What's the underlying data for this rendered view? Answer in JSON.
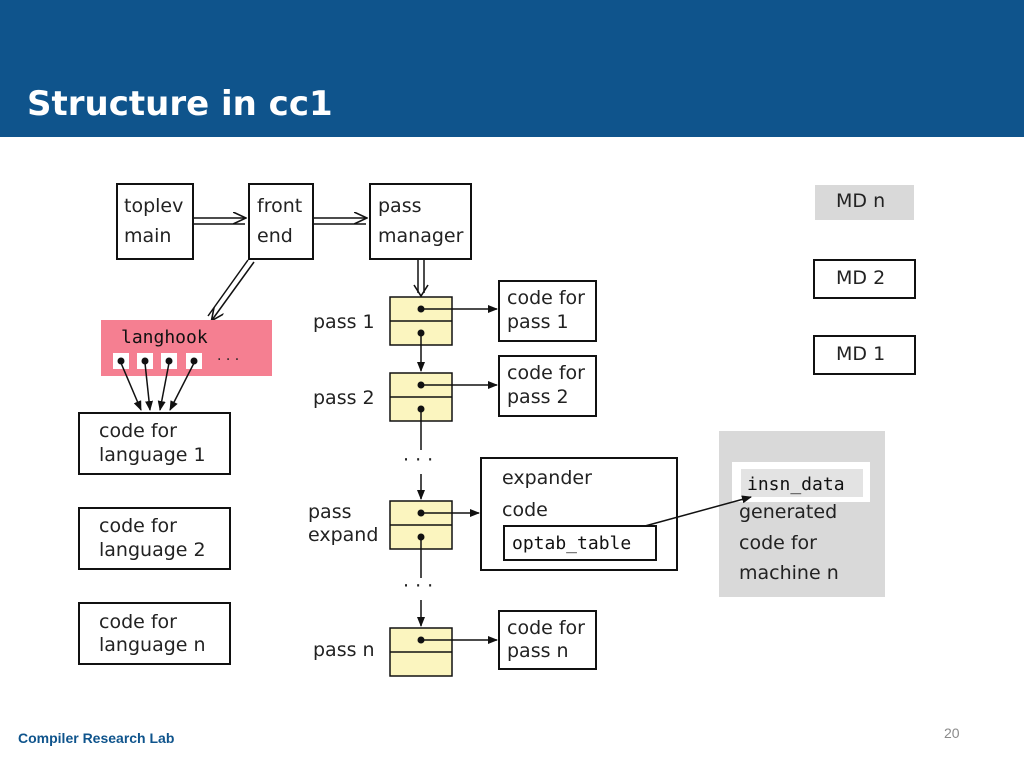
{
  "slide": {
    "title": "Structure in cc1",
    "footer": "Compiler Research Lab",
    "page_number": "20"
  },
  "colors": {
    "header": "#0f548c",
    "langhook_fill": "#f57f91",
    "pass_cell_fill": "#fbf5bf",
    "md_gray": "#d9d9d9"
  },
  "diagram": {
    "toplev": [
      "toplev",
      "main"
    ],
    "front_end": [
      "front",
      "end"
    ],
    "pass_manager": [
      "pass",
      "manager"
    ],
    "langhook_label": "langhook",
    "langhook_ellipsis": "· · ·",
    "languages": [
      [
        "code for",
        "language 1"
      ],
      [
        "code for",
        "language 2"
      ],
      [
        "code for",
        "language n"
      ]
    ],
    "pass_labels": {
      "pass1": "pass 1",
      "pass2": "pass 2",
      "pass_expand": [
        "pass",
        "expand"
      ],
      "passn": "pass n"
    },
    "vdots": "· · ·",
    "pass_code": {
      "pass1": [
        "code for",
        "pass 1"
      ],
      "pass2": [
        "code for",
        "pass 2"
      ],
      "passn": [
        "code for",
        "pass n"
      ]
    },
    "expander": {
      "line1": "expander",
      "line2": "code",
      "optab": "optab_table"
    },
    "md": {
      "insn_data": "insn_data",
      "text": [
        "generated",
        "code for",
        "machine n"
      ]
    },
    "md_boxes": [
      "MD n",
      "MD 2",
      "MD 1"
    ]
  }
}
